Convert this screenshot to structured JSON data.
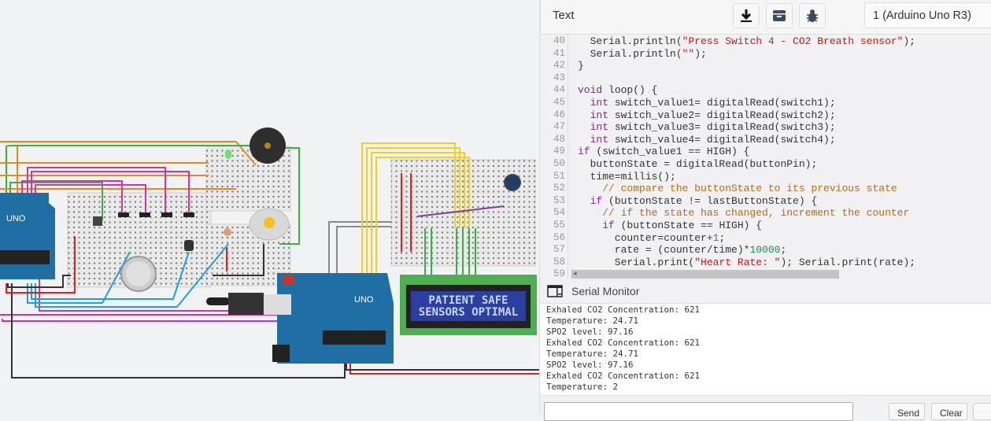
{
  "editor": {
    "mode_label": "Text",
    "toolbar": {
      "download_icon": "download-icon",
      "library_icon": "library-icon",
      "debug_icon": "bug-icon"
    },
    "device_select": "1 (Arduino Uno R3)",
    "line_numbers": [
      "40",
      "41",
      "42",
      "43",
      "44",
      "45",
      "46",
      "47",
      "48",
      "49",
      "50",
      "51",
      "52",
      "53",
      "54",
      "55",
      "56",
      "57",
      "58",
      "59"
    ],
    "code_lines": [
      "  Serial.println(\"Press Switch 4 - CO2 Breath sensor\");",
      "  Serial.println(\"\");",
      "}",
      "",
      "void loop() {",
      "  int switch_value1= digitalRead(switch1);",
      "  int switch_value2= digitalRead(switch2);",
      "  int switch_value3= digitalRead(switch3);",
      "  int switch_value4= digitalRead(switch4);",
      "if (switch_value1 == HIGH) {",
      "  buttonState = digitalRead(buttonPin);",
      "  time=millis();",
      "    // compare the buttonState to its previous state",
      "  if (buttonState != lastButtonState) {",
      "    // if the state has changed, increment the counter",
      "    if (buttonState == HIGH) {",
      "      counter=counter+1;",
      "      rate = (counter/time)*10000;",
      "      Serial.print(\"Heart Rate: \"); Serial.print(rate);",
      ""
    ]
  },
  "serial_monitor": {
    "title": "Serial Monitor",
    "output": [
      "Exhaled CO2 Concentration: 621",
      "Temperature: 24.71",
      "SPO2 level: 97.16",
      "Exhaled CO2 Concentration: 621",
      "Temperature: 24.71",
      "SPO2 level: 97.16",
      "Exhaled CO2 Concentration: 621",
      "Temperature: 2"
    ],
    "input_value": "",
    "send_label": "Send",
    "clear_label": "Clear"
  },
  "circuit": {
    "lcd_line1": "PATIENT SAFE",
    "lcd_line2": "SENSORS OPTIMAL",
    "arduino_label": "UNO",
    "wire_colors": {
      "orange": "#e8891c",
      "green": "#3cb043",
      "magenta": "#d1359e",
      "blue": "#1fa0d6",
      "red": "#e02020",
      "black": "#333333",
      "yellow": "#f2d020",
      "gray": "#888888"
    }
  }
}
